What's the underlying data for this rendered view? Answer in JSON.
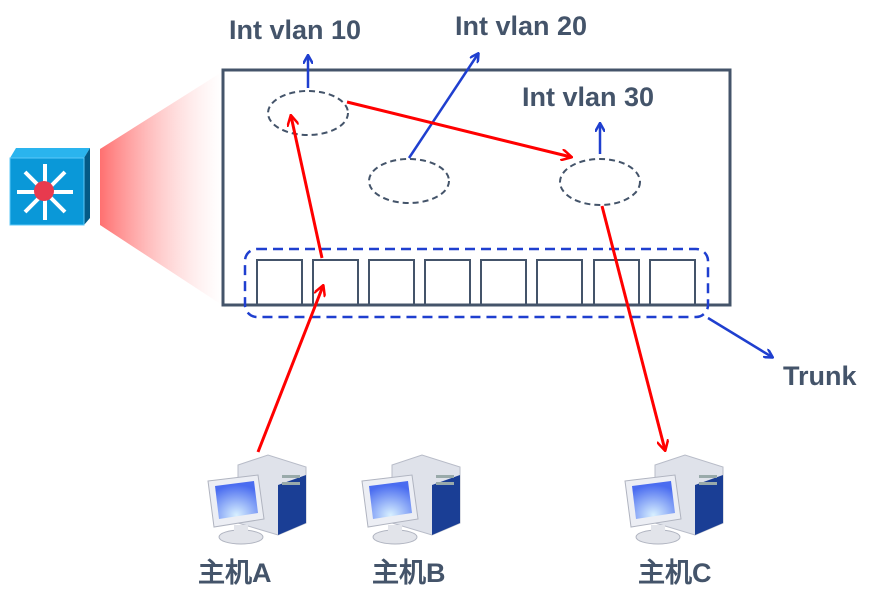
{
  "labels": {
    "svi10": "Int vlan 10",
    "svi20": "Int vlan 20",
    "svi30": "Int vlan 30",
    "trunk": "Trunk"
  },
  "hosts": [
    {
      "label": "主机A"
    },
    {
      "label": "主机B"
    },
    {
      "label": "主机C"
    }
  ],
  "colors": {
    "frame": "#44546a",
    "blue_arrow": "#1f3fcf",
    "red_arrow": "#ff0000",
    "switch": "#0a8fd0"
  },
  "icons": {
    "switch": "layer3-switch-icon",
    "host": "desktop-computer-icon"
  }
}
